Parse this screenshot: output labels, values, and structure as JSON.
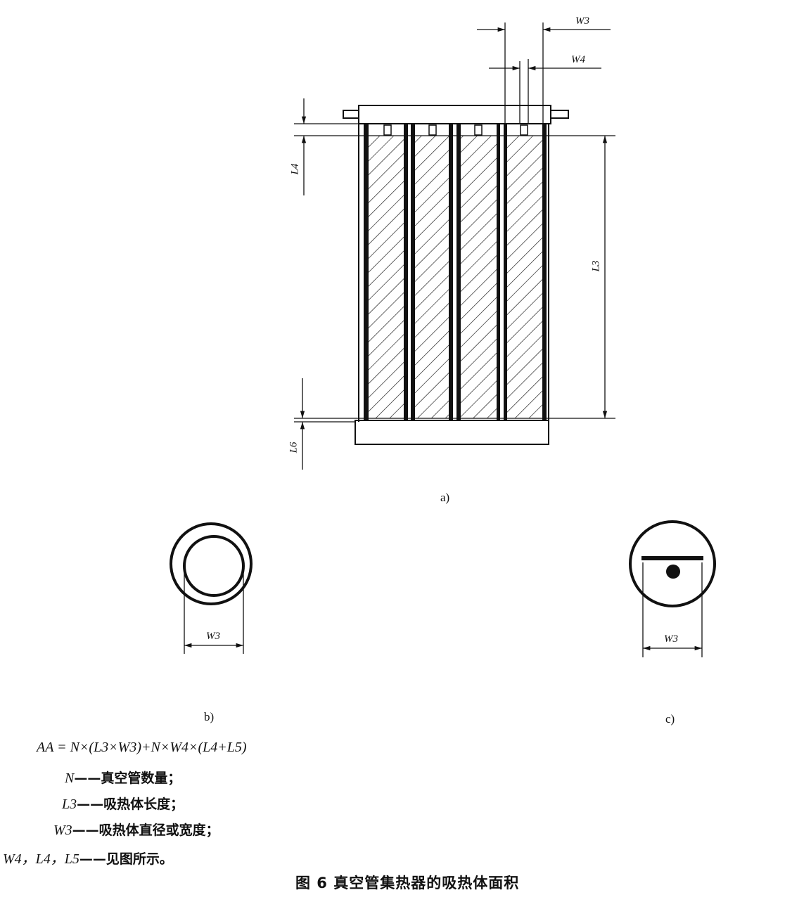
{
  "figure": {
    "dim_labels": {
      "W3_top": "W3",
      "W4": "W4",
      "L4": "L4",
      "L3": "L3",
      "L6": "L6",
      "W3_b": "W3",
      "W3_c": "W3"
    },
    "sub_labels": {
      "a": "a)",
      "b": "b)",
      "c": "c)"
    },
    "formula": "AA = N×(L3×W3)+N×W4×(L4+L5)",
    "legend": [
      {
        "symbol": "N",
        "text": "——真空管数量；"
      },
      {
        "symbol": "L3",
        "text": "——吸热体长度；"
      },
      {
        "symbol": "W3",
        "text": "——吸热体直径或宽度；"
      },
      {
        "symbol": "W4，L4，L5",
        "text": "——见图所示。"
      }
    ],
    "caption": "图 6   真空管集热器的吸热体面积"
  }
}
